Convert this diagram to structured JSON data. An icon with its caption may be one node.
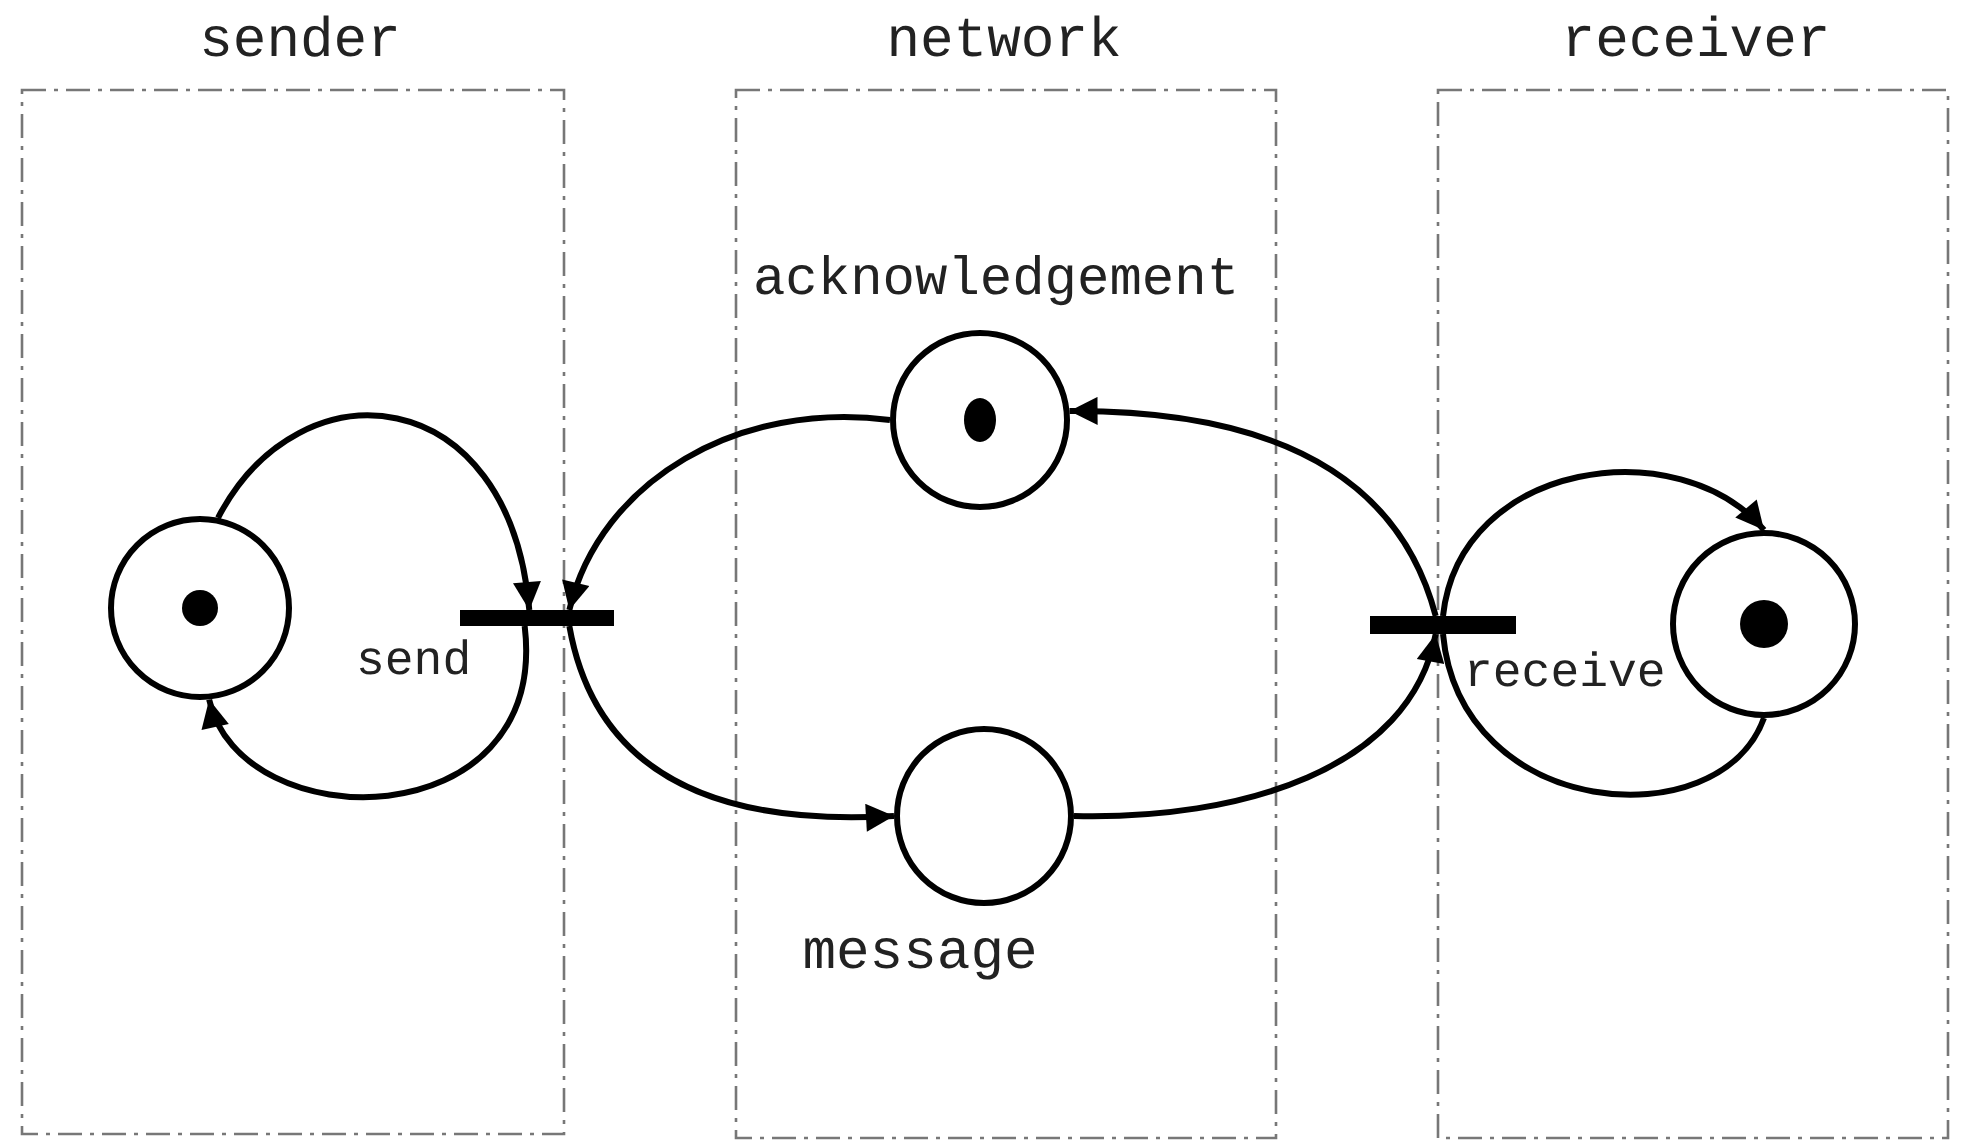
{
  "diagram": {
    "nodes": [
      {
        "text": [
          "sender"
        ]
      },
      {
        "text": [
          "network"
        ]
      },
      {
        "text": [
          "receiver"
        ]
      },
      {
        "text": [],
        "shape": "circle",
        "in": 0
      },
      {
        "text": [
          "send"
        ]
      },
      {
        "text": [
          "acknowledgement"
        ],
        "in": 1
      },
      {
        "text": [
          "message"
        ],
        "in": 1
      },
      {
        "text": [
          "receive"
        ]
      },
      {
        "text": [],
        "shape": "circle",
        "in": 2
      }
    ],
    "edges": [
      {
        "from": 3,
        "to": 4,
        "arrow": "to"
      },
      {
        "from": 4,
        "to": 3,
        "arrow": "to"
      },
      {
        "from": 5,
        "to": 4,
        "arrow": "to"
      },
      {
        "from": 4,
        "to": 6,
        "arrow": "to"
      },
      {
        "from": 6,
        "to": 7,
        "arrow": "to"
      },
      {
        "from": 7,
        "to": 5,
        "arrow": "to"
      },
      {
        "from": 7,
        "to": 8,
        "arrow": "to"
      },
      {
        "from": 8,
        "to": 7,
        "arrow": "none"
      }
    ]
  }
}
